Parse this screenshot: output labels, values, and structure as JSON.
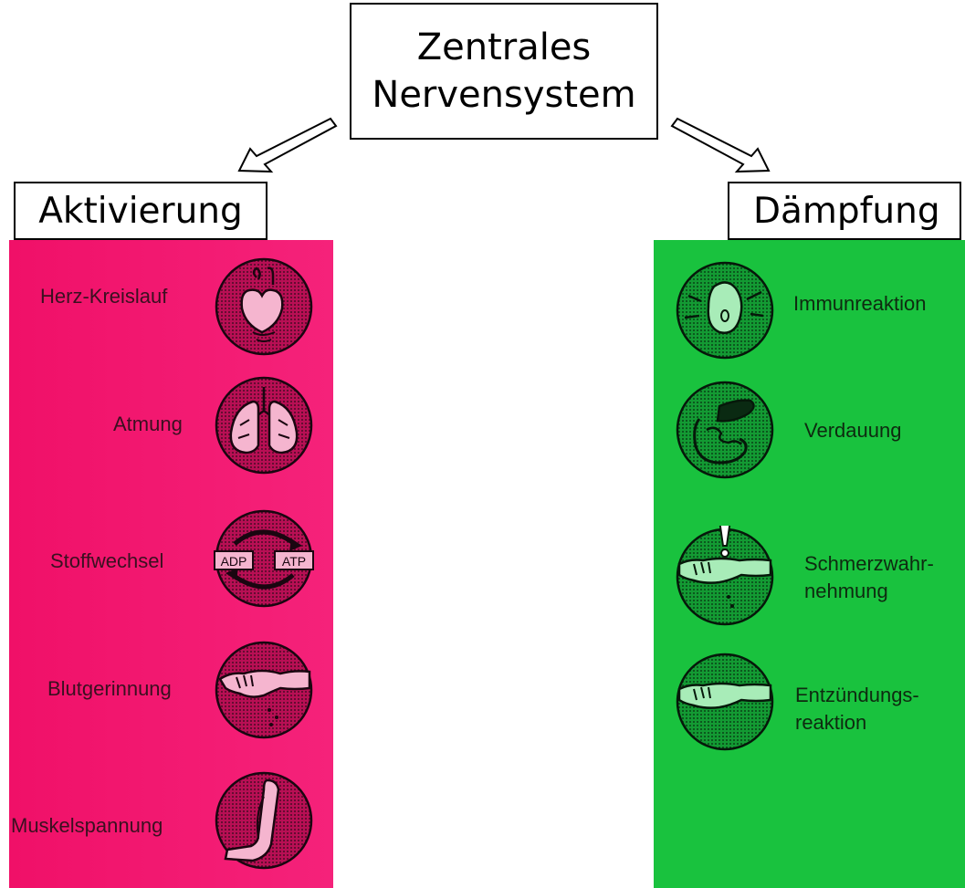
{
  "central": {
    "line1": "Zentrales",
    "line2": "Nervensystem"
  },
  "activation": {
    "title": "Aktivierung",
    "color": "#f0146e",
    "items": [
      {
        "label": "Herz-Kreislauf",
        "icon": "heart-circulation-icon"
      },
      {
        "label": "Atmung",
        "icon": "lungs-icon"
      },
      {
        "label": "Stoffwechsel",
        "icon": "metabolism-adp-atp-icon",
        "icon_text": [
          "ADP",
          "ATP"
        ]
      },
      {
        "label": "Blutgerinnung",
        "icon": "bleeding-hand-icon"
      },
      {
        "label": "Muskelspannung",
        "icon": "arm-muscle-icon"
      }
    ]
  },
  "damping": {
    "title": "Dämpfung",
    "color": "#17c43c",
    "items": [
      {
        "label": "Immunreaktion",
        "icon": "immune-cell-icon"
      },
      {
        "label": "Verdauung",
        "icon": "digestive-tract-icon"
      },
      {
        "label_lines": [
          "Schmerzwahr-",
          "nehmung"
        ],
        "icon": "pain-hand-icon"
      },
      {
        "label_lines": [
          "Entzündungs-",
          "reaktion"
        ],
        "icon": "inflamed-hand-icon"
      }
    ]
  }
}
